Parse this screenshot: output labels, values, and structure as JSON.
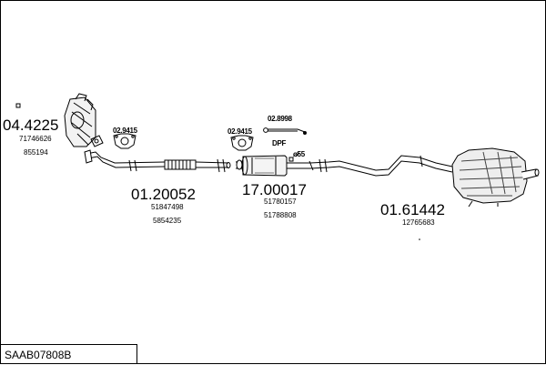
{
  "diagram_code": "SAAB07808B",
  "parts": [
    {
      "part_no": "04.4225",
      "oem_refs": [
        "71746626",
        "855194"
      ]
    },
    {
      "part_no": "01.20052",
      "oem_refs": [
        "51847498",
        "5854235"
      ]
    },
    {
      "part_no": "17.00017",
      "oem_refs": [
        "51780157",
        "51788808"
      ]
    },
    {
      "part_no": "01.61442",
      "oem_refs": [
        "12765683"
      ]
    }
  ],
  "gaskets": [
    "02.9415",
    "02.9415"
  ],
  "bracket": "02.8998",
  "dpf_label": "DPF",
  "diameter_label": "ø55"
}
